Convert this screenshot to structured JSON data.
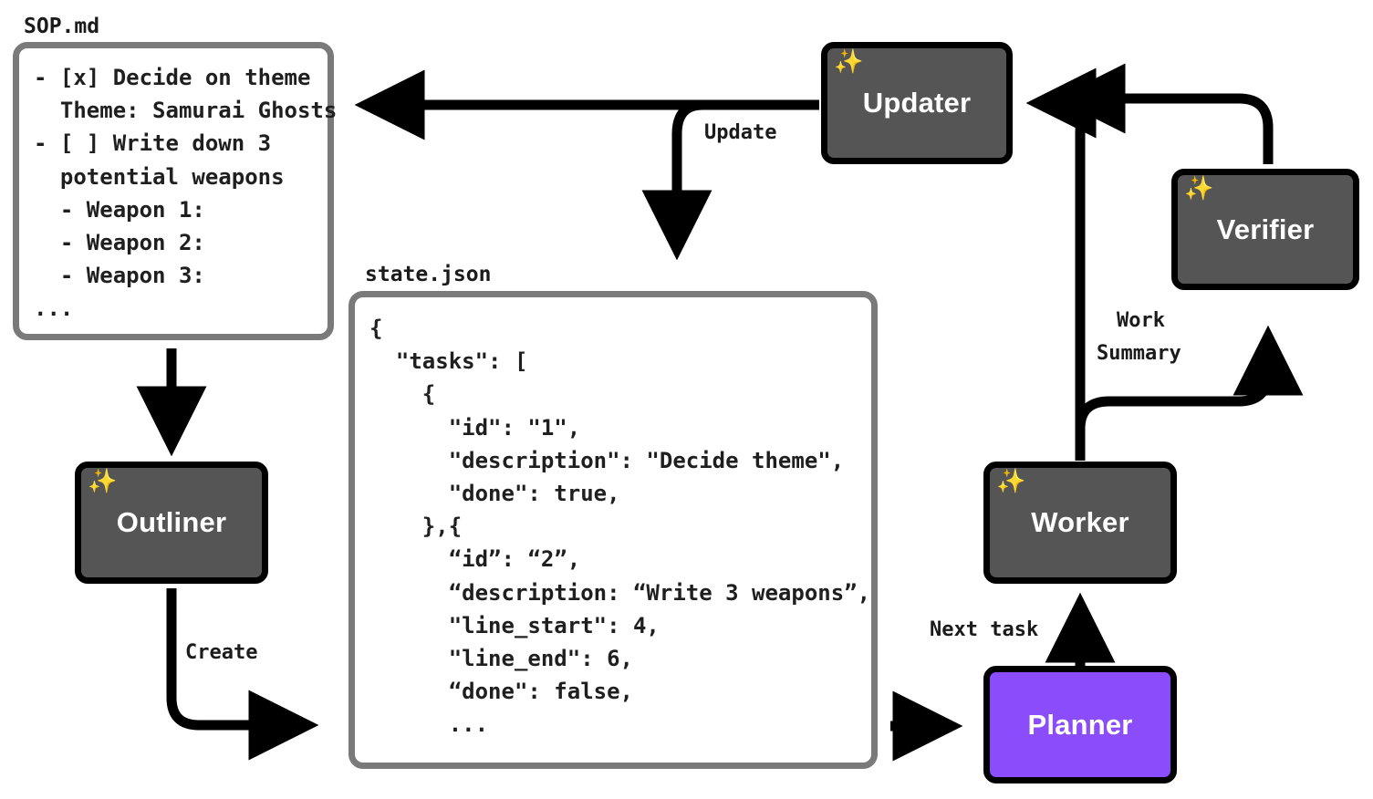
{
  "diagram": {
    "title": "SOP agent loop",
    "colors": {
      "node_dark": "#555555",
      "node_accent": "#8b4dfb",
      "doc_border": "#7a7a7a",
      "edge": "#000000",
      "spark": "#f5b400",
      "background": "#ffffff"
    }
  },
  "documents": [
    {
      "id": "sop",
      "label": "SOP.md",
      "body": "- [x] Decide on theme\n  Theme: Samurai Ghosts\n- [ ] Write down 3\n  potential weapons\n  - Weapon 1:\n  - Weapon 2:\n  - Weapon 3:\n..."
    },
    {
      "id": "state",
      "label": "state.json",
      "body": "{\n  \"tasks\": [\n    {\n      \"id\": \"1\",\n      \"description\": \"Decide theme\",\n      \"done\": true,\n    },{\n      “id”: “2”,\n      “description: “Write 3 weapons”,\n      \"line_start\": 4,\n      \"line_end\": 6,\n      “done\": false,\n      ..."
    }
  ],
  "nodes": [
    {
      "id": "outliner",
      "label": "Outliner",
      "icon": "sparkles-icon",
      "glyph": "✨",
      "style": "dark",
      "has_icon": true
    },
    {
      "id": "updater",
      "label": "Updater",
      "icon": "sparkles-icon",
      "glyph": "✨",
      "style": "dark",
      "has_icon": true
    },
    {
      "id": "verifier",
      "label": "Verifier",
      "icon": "sparkles-icon",
      "glyph": "✨",
      "style": "dark",
      "has_icon": true
    },
    {
      "id": "worker",
      "label": "Worker",
      "icon": "sparkles-icon",
      "glyph": "✨",
      "style": "dark",
      "has_icon": true
    },
    {
      "id": "planner",
      "label": "Planner",
      "icon": "",
      "glyph": "",
      "style": "accent",
      "has_icon": false
    }
  ],
  "edges": [
    {
      "id": "sop-to-outliner",
      "label": "",
      "from": "sop",
      "to": "outliner"
    },
    {
      "id": "outliner-to-state",
      "label": "Create",
      "from": "outliner",
      "to": "state"
    },
    {
      "id": "state-to-planner",
      "label": "",
      "from": "state",
      "to": "planner"
    },
    {
      "id": "planner-to-worker",
      "label": "Next task",
      "from": "planner",
      "to": "worker"
    },
    {
      "id": "worker-to-verifier",
      "label": "Work\nSummary",
      "from": "worker",
      "to": "verifier"
    },
    {
      "id": "worker-to-updater",
      "label": "",
      "from": "worker",
      "to": "updater"
    },
    {
      "id": "verifier-to-updater",
      "label": "",
      "from": "verifier",
      "to": "updater"
    },
    {
      "id": "updater-to-sop",
      "label": "Update",
      "from": "updater",
      "to": "sop"
    },
    {
      "id": "updater-to-state",
      "label": "",
      "from": "updater",
      "to": "state"
    }
  ],
  "edge_labels": {
    "update": "Update",
    "create": "Create",
    "next_task": "Next task",
    "work": "Work",
    "summary": "Summary"
  }
}
